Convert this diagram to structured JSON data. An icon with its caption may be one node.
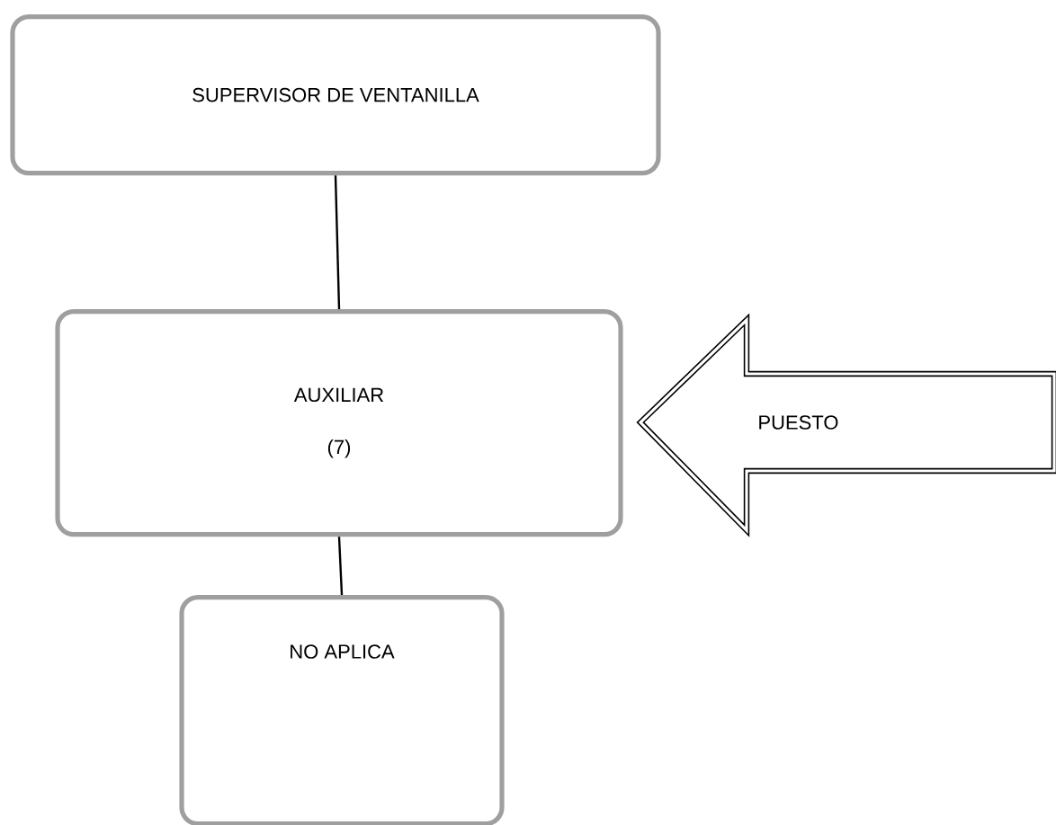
{
  "diagram": {
    "nodes": [
      {
        "text": [
          "SUPERVISOR DE VENTANILLA"
        ]
      },
      {
        "text": [
          "AUXILIAR",
          "(7)"
        ]
      },
      {
        "text": [
          "NO APLICA"
        ]
      },
      {
        "text": [
          "PUESTO"
        ]
      }
    ],
    "edges": [
      {
        "from": 0,
        "to": 1,
        "arrow": "none"
      },
      {
        "from": 1,
        "to": 2,
        "arrow": "none"
      }
    ]
  }
}
